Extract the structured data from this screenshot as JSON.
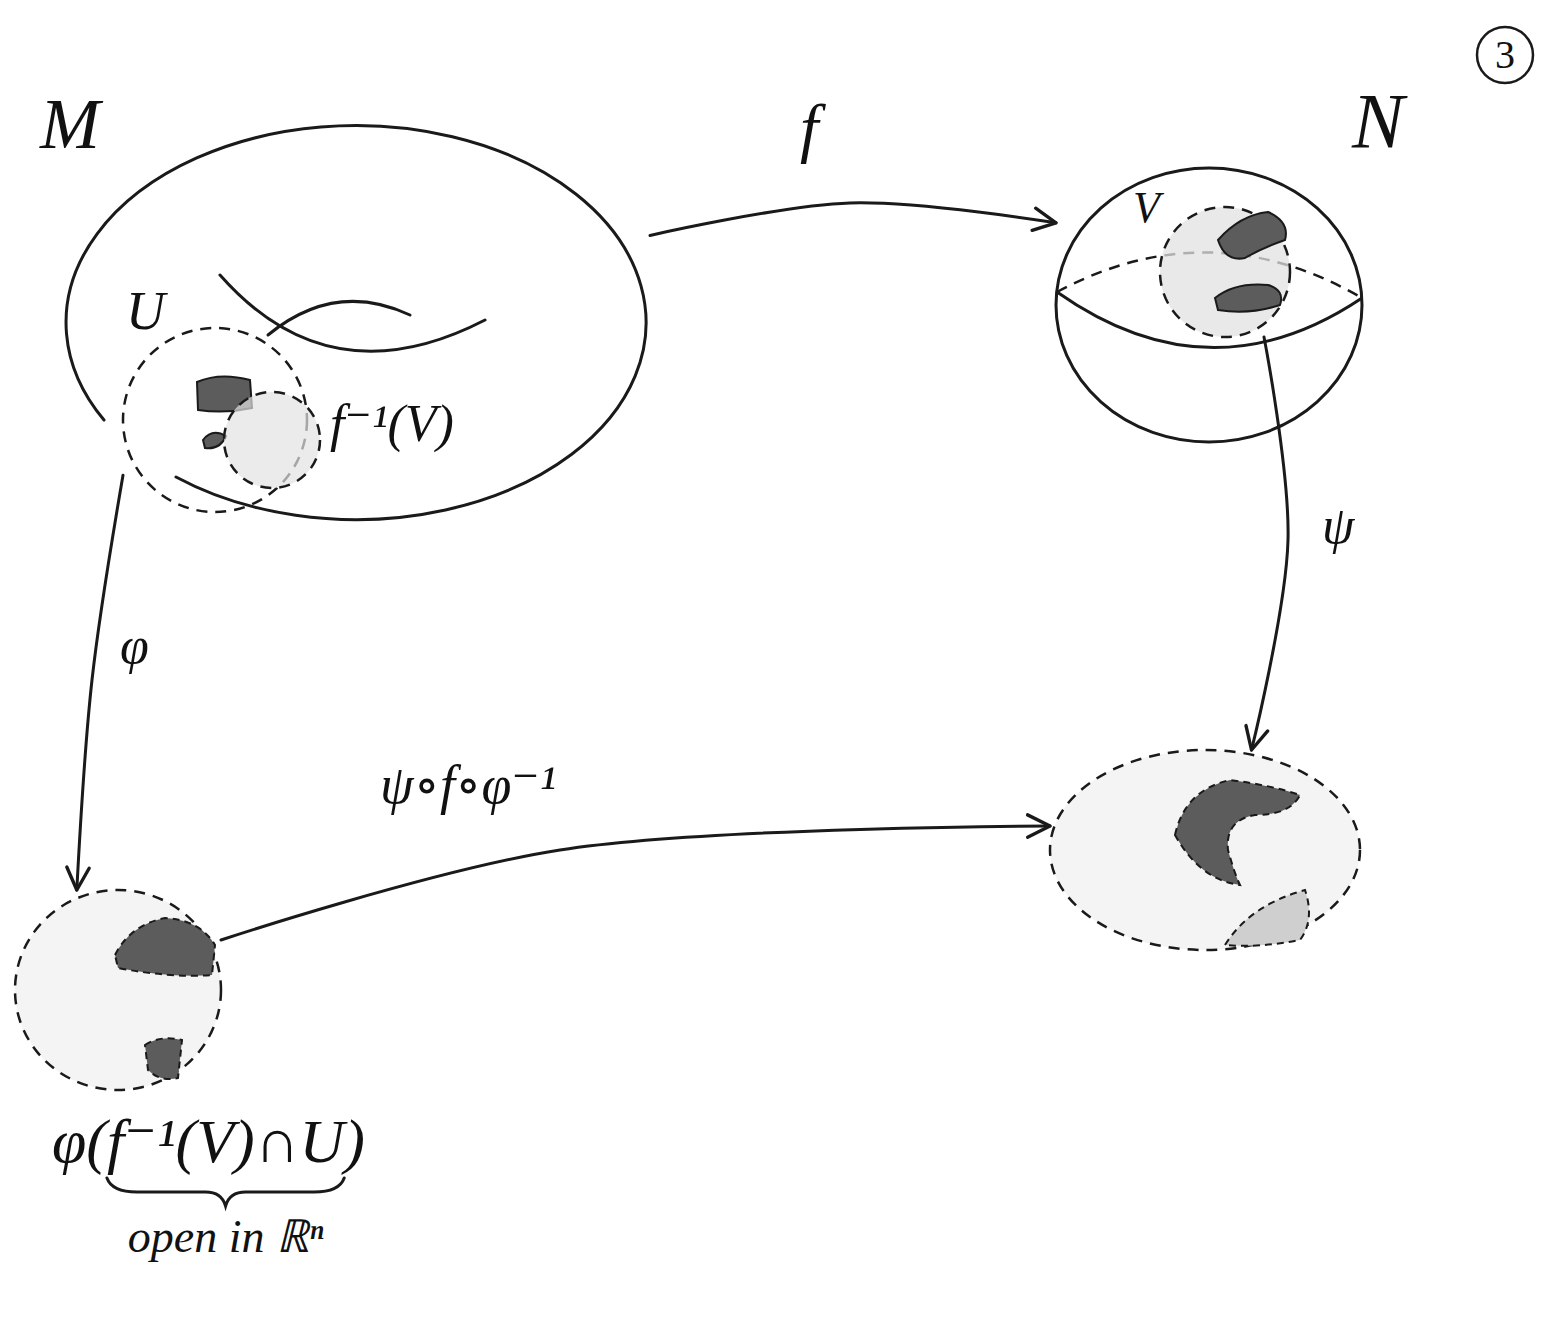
{
  "diagram": {
    "nodes": [
      {
        "text": [
          "M"
        ]
      },
      {
        "text": [
          "U"
        ],
        "in": 0
      },
      {
        "text": [
          "f⁻¹(V)"
        ],
        "in": 0
      },
      {
        "text": [
          "N"
        ]
      },
      {
        "text": [
          "V"
        ],
        "in": 3
      },
      {
        "text": [
          "φ(f⁻¹(V)∩U)"
        ]
      },
      {
        "text": []
      }
    ],
    "edges": [
      {
        "from": 0,
        "to": 3,
        "label": "f",
        "arrow": "to"
      },
      {
        "from": 1,
        "to": 5,
        "label": "φ",
        "arrow": "to"
      },
      {
        "from": 4,
        "to": 6,
        "label": "ψ",
        "arrow": "to"
      },
      {
        "from": 5,
        "to": 6,
        "label": "ψ∘f∘φ⁻¹",
        "arrow": "to"
      }
    ],
    "labels": [
      "3",
      "open in ℝⁿ"
    ]
  }
}
